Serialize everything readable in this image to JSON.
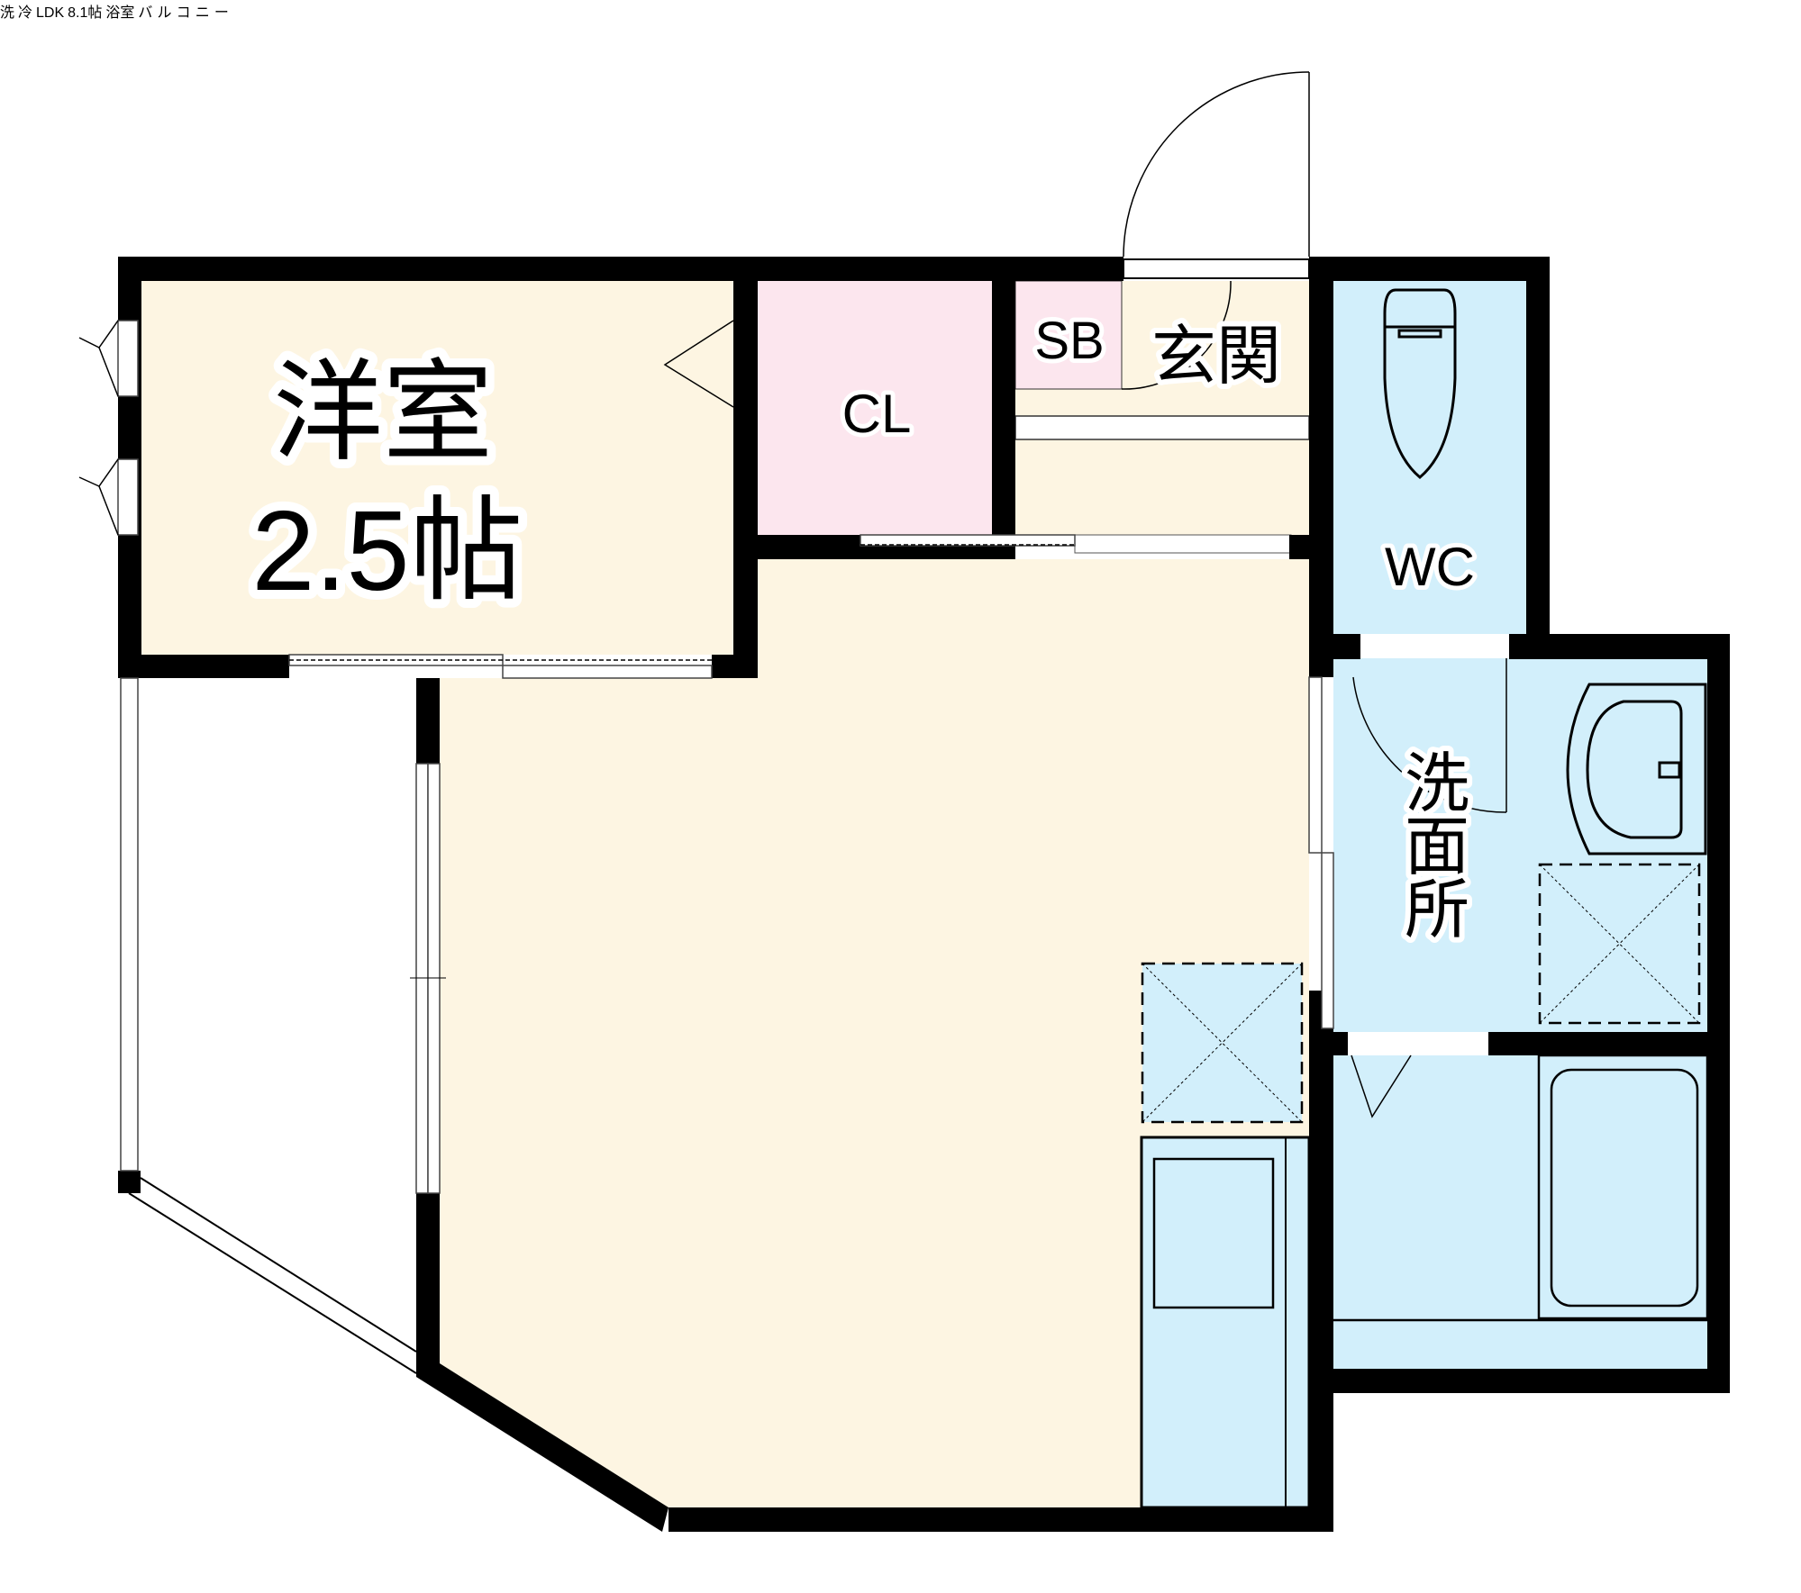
{
  "plan": {
    "colors": {
      "wall": "#000000",
      "living_floor": "#fdf5e2",
      "storage_floor": "#fce6ee",
      "wet_floor": "#d2effb",
      "outdoor": "#ffffff"
    },
    "rooms": {
      "western_room": {
        "name": "洋室",
        "size": "2.5帖"
      },
      "closet": {
        "name": "CL"
      },
      "shoe_box": {
        "name": "SB"
      },
      "entrance": {
        "name": "玄関"
      },
      "toilet": {
        "name": "WC"
      },
      "washroom": {
        "name": "洗面所"
      },
      "ldk": {
        "name": "LDK",
        "size": "8.1帖"
      },
      "bathroom": {
        "name": "浴室"
      },
      "balcony": {
        "name": "バルコニー",
        "chars": [
          "バ",
          "ル",
          "コ",
          "ニ",
          "ー"
        ]
      }
    },
    "fixtures": {
      "refrigerator": {
        "label": "冷"
      },
      "washing_machine": {
        "label": "洗"
      },
      "kitchen_counter": {
        "label": ""
      },
      "toilet_bowl": {
        "label": ""
      },
      "wash_basin": {
        "label": ""
      },
      "bathtub": {
        "label": ""
      }
    }
  }
}
